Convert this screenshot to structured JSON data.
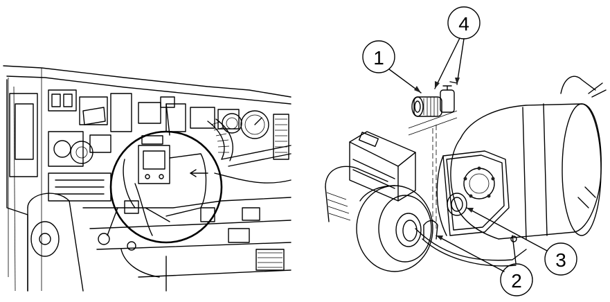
{
  "figure": {
    "left_panel": {
      "description_icon": "vehicle-interior-dashboard"
    },
    "right_panel": {
      "callouts": [
        {
          "id": "callout-1",
          "label": "1"
        },
        {
          "id": "callout-2",
          "label": "2"
        },
        {
          "id": "callout-3",
          "label": "3"
        },
        {
          "id": "callout-4",
          "label": "4"
        }
      ]
    }
  }
}
